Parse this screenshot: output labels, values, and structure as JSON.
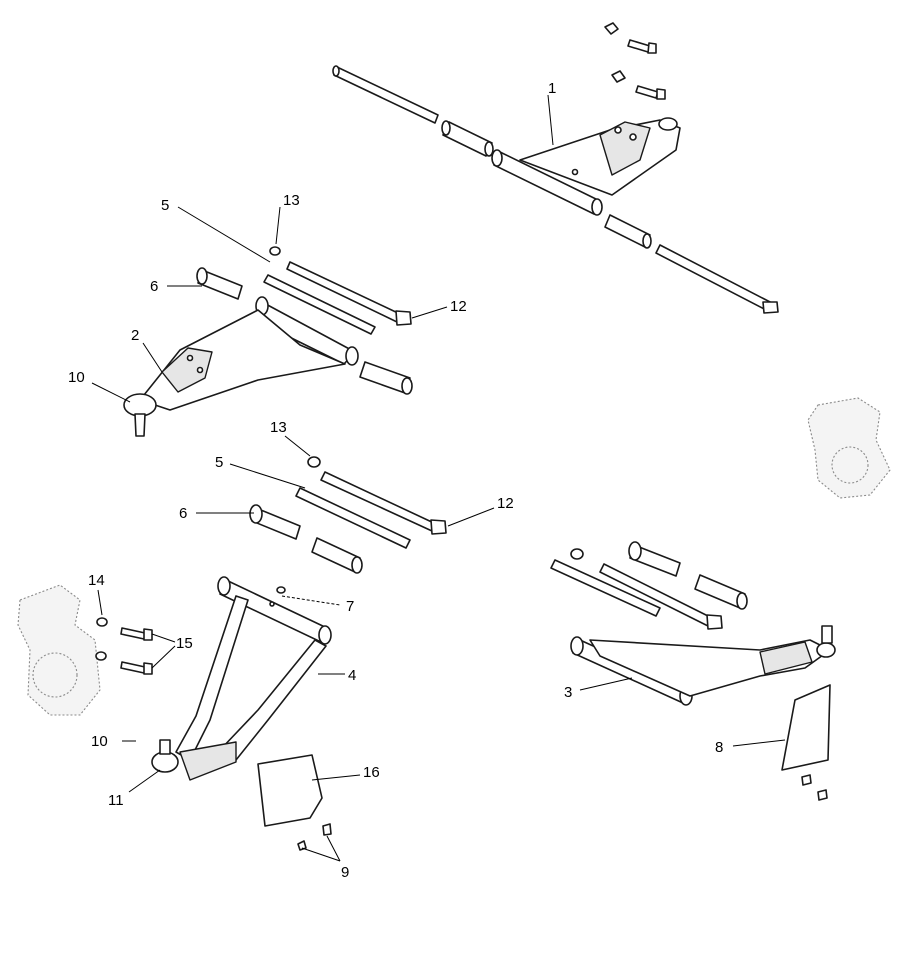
{
  "diagram": {
    "callouts": [
      {
        "id": "c1",
        "label": "1"
      },
      {
        "id": "c2",
        "label": "2"
      },
      {
        "id": "c3",
        "label": "3"
      },
      {
        "id": "c4",
        "label": "4"
      },
      {
        "id": "c5a",
        "label": "5"
      },
      {
        "id": "c5b",
        "label": "5"
      },
      {
        "id": "c6a",
        "label": "6"
      },
      {
        "id": "c6b",
        "label": "6"
      },
      {
        "id": "c7",
        "label": "7"
      },
      {
        "id": "c8",
        "label": "8"
      },
      {
        "id": "c9",
        "label": "9"
      },
      {
        "id": "c10a",
        "label": "10"
      },
      {
        "id": "c10b",
        "label": "10"
      },
      {
        "id": "c11",
        "label": "11"
      },
      {
        "id": "c12a",
        "label": "12"
      },
      {
        "id": "c12b",
        "label": "12"
      },
      {
        "id": "c13a",
        "label": "13"
      },
      {
        "id": "c13b",
        "label": "13"
      },
      {
        "id": "c14",
        "label": "14"
      },
      {
        "id": "c15",
        "label": "15"
      },
      {
        "id": "c16",
        "label": "16"
      }
    ]
  }
}
